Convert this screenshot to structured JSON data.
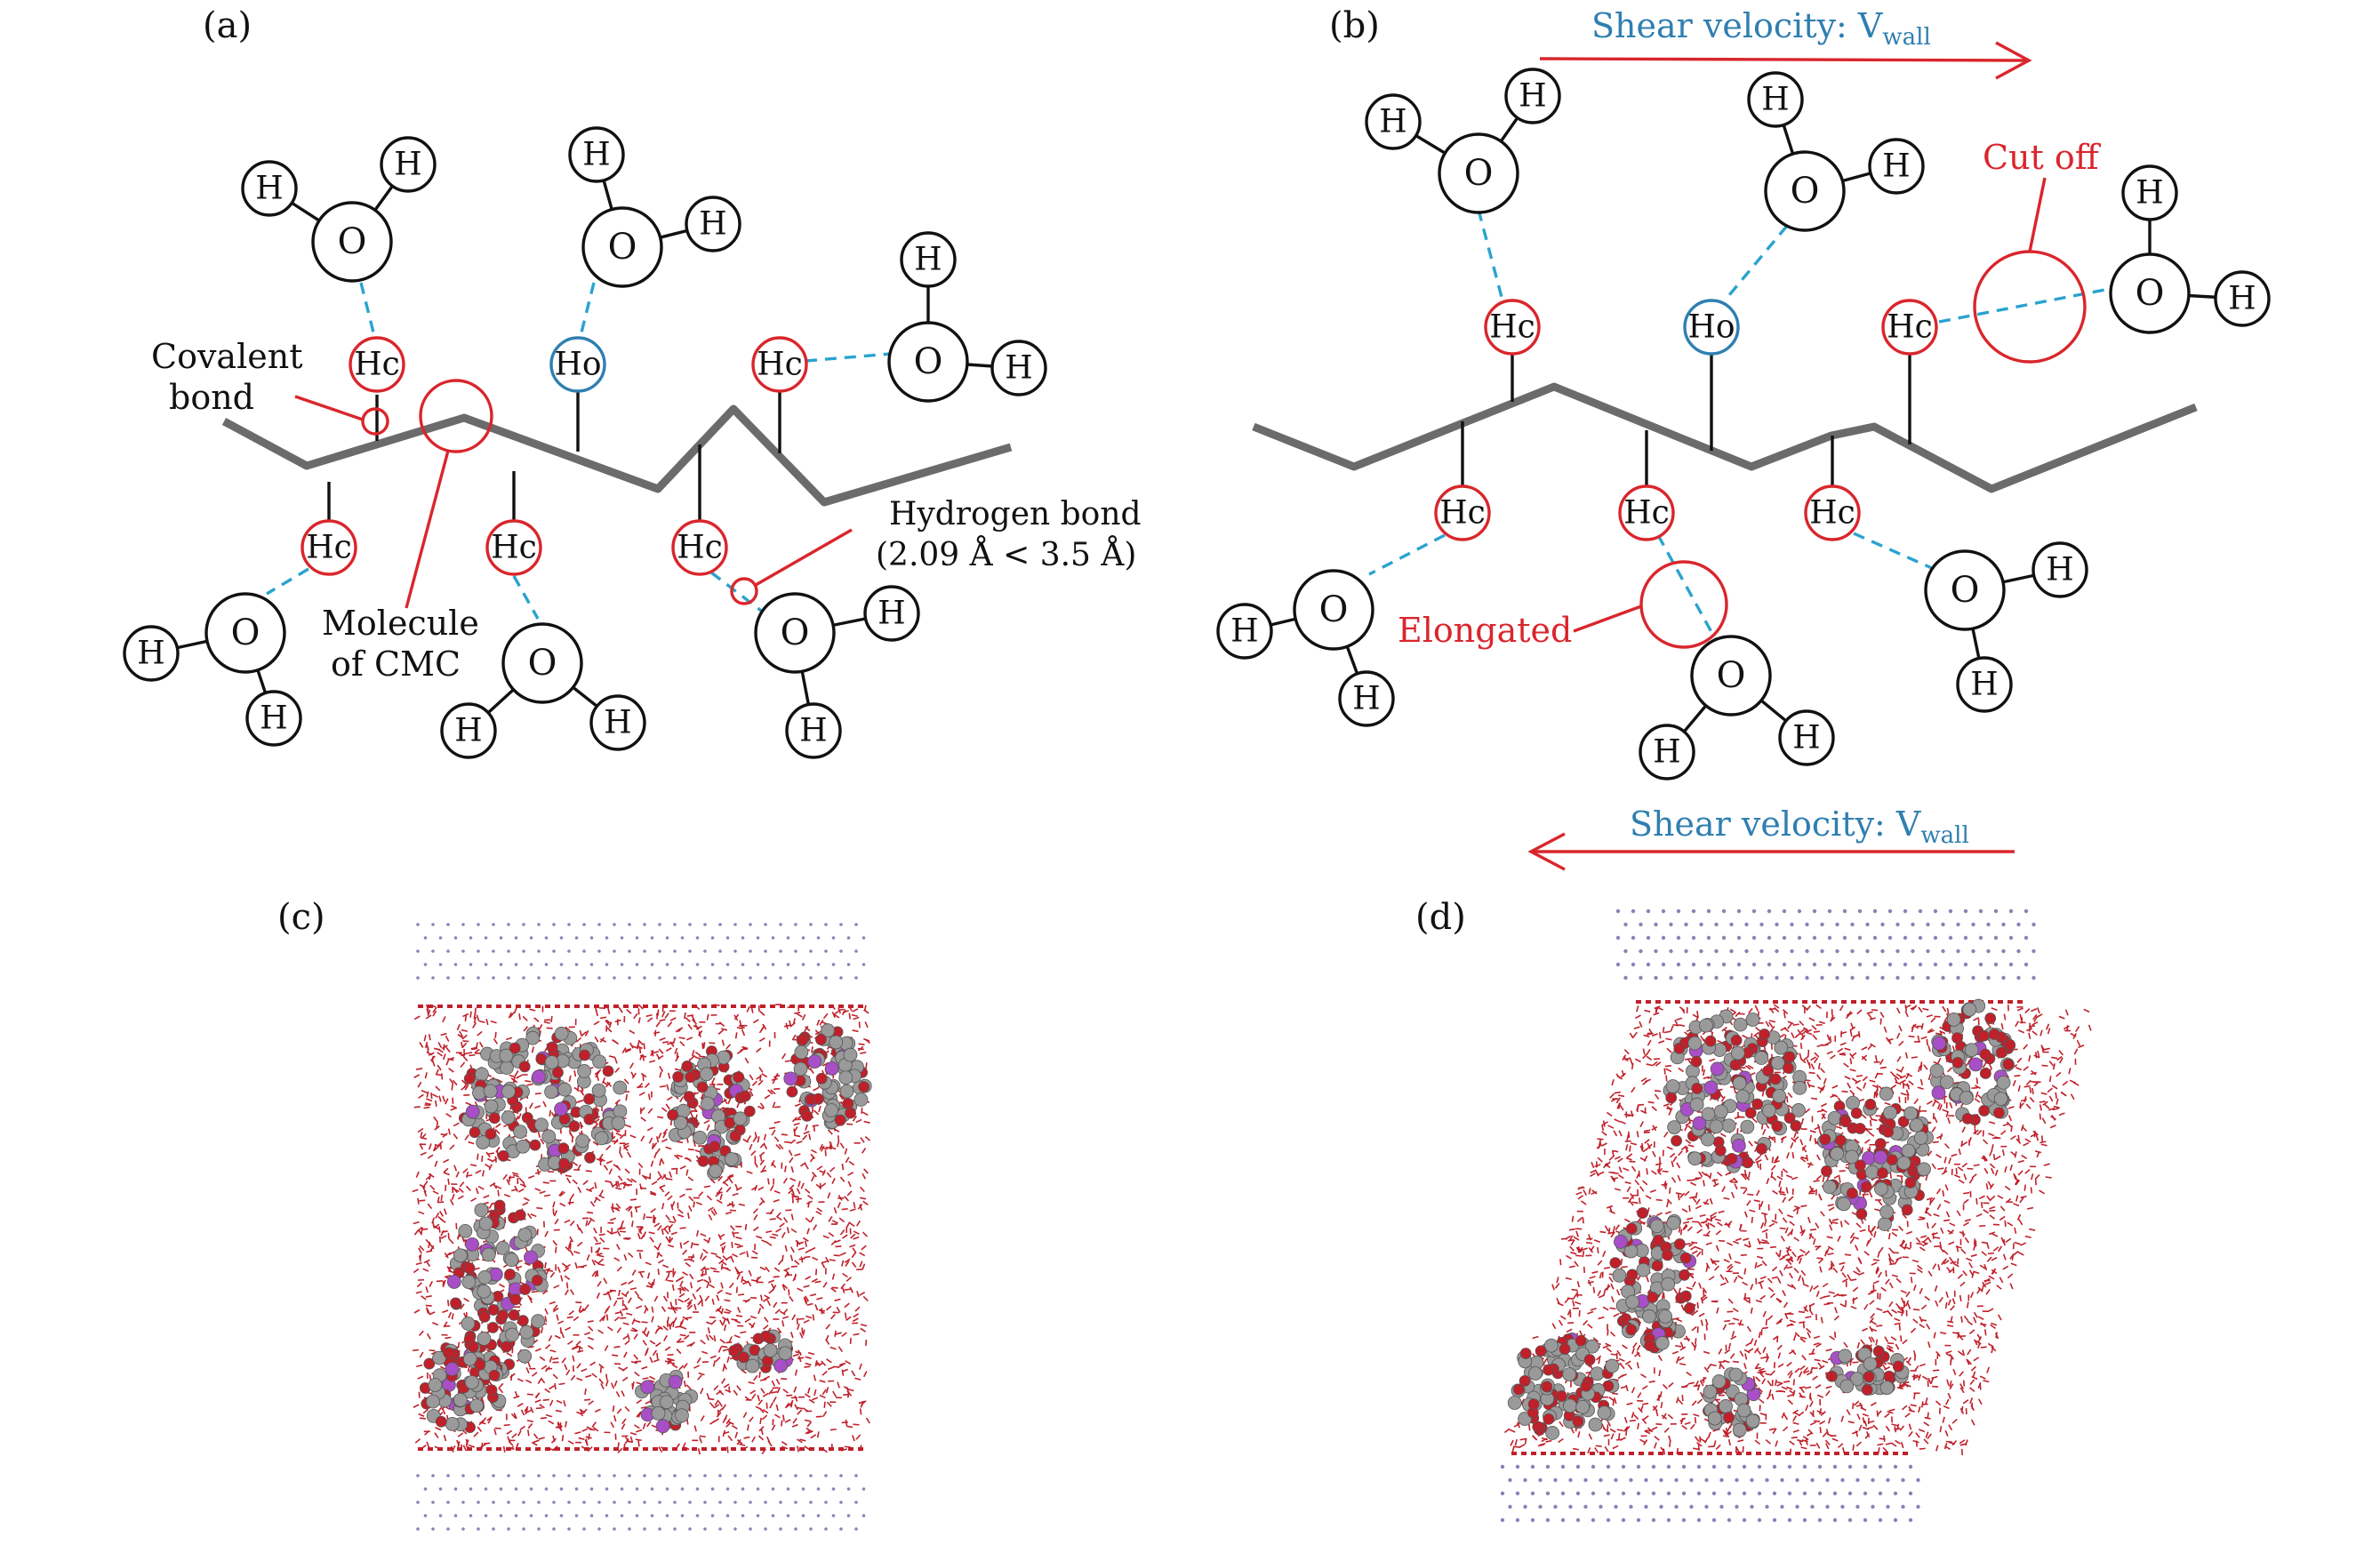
{
  "panels": {
    "a": {
      "label": "(a)",
      "covalent_line1": "Covalent",
      "covalent_line2": "bond",
      "molecule_line1": "Molecule",
      "molecule_line2": "of CMC",
      "hbond_line1": "Hydrogen bond",
      "hbond_line2": "(2.09 Å < 3.5 Å)"
    },
    "b": {
      "label": "(b)",
      "shear_top_text": "Shear velocity: V",
      "shear_top_sub": "wall",
      "shear_bottom_text": "Shear velocity: V",
      "shear_bottom_sub": "wall",
      "cut_off": "Cut off",
      "elongated": "Elongated"
    },
    "c": {
      "label": "(c)"
    },
    "d": {
      "label": "(d)"
    }
  },
  "atoms": {
    "hydrogen": "H",
    "oxygen": "O",
    "hc": "Hc",
    "ho": "Ho"
  },
  "colors": {
    "chain": "#6b6b6b",
    "red": "#d9262c",
    "blue": "#2f7fb0",
    "hbond": "#2aa3cf",
    "atom_outline": "#111111",
    "wall_particles": "#8585b8",
    "cmc_gray": "#9a9a9a",
    "cmc_red": "#c0202a",
    "sodium": "#a84fc8"
  }
}
